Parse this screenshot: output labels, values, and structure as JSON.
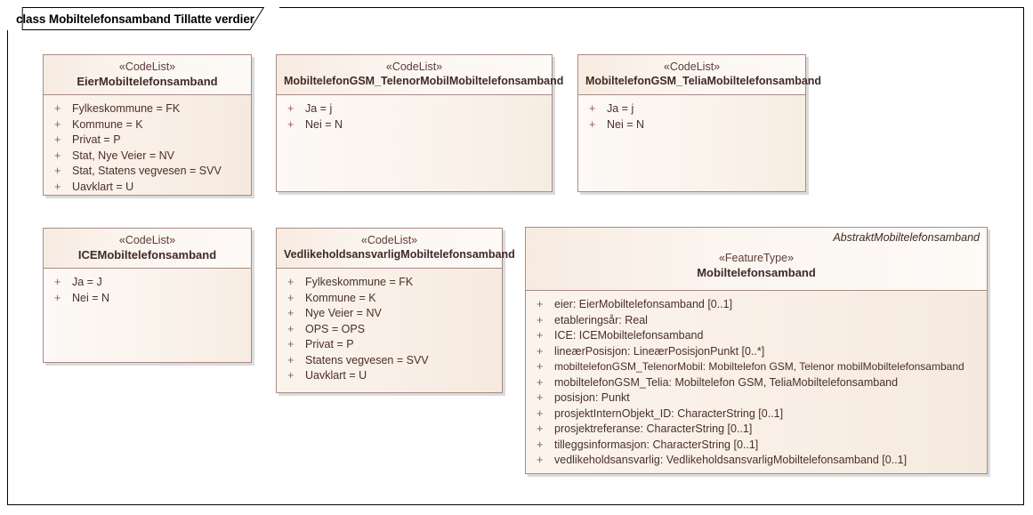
{
  "diagram": {
    "title": "class Mobiltelefonsamband Tillatte verdier",
    "colors": {
      "frame_border": "#000000",
      "class_border": "#a98b86",
      "header_fill": "#fdf9f7",
      "body_fill": "#f9efe6",
      "text": "#4a2f29",
      "visibility": "#8a5f52"
    }
  },
  "classes": [
    {
      "id": "eier-mobiltelefonsamband",
      "stereotype": "«CodeList»",
      "name": "EierMobiltelefonsamband",
      "qualifier": "",
      "attributes": [
        {
          "visibility": "+",
          "text": "Fylkeskommune = FK"
        },
        {
          "visibility": "+",
          "text": "Kommune = K"
        },
        {
          "visibility": "+",
          "text": "Privat = P"
        },
        {
          "visibility": "+",
          "text": "Stat, Nye Veier = NV"
        },
        {
          "visibility": "+",
          "text": "Stat, Statens vegvesen = SVV"
        },
        {
          "visibility": "+",
          "text": "Uavklart = U"
        }
      ]
    },
    {
      "id": "mobiltelefongsm-telenormobil-mobiltelefonsamband",
      "stereotype": "«CodeList»",
      "name": "MobiltelefonGSM_TelenorMobilMobiltelefonsamband",
      "qualifier": "",
      "attributes": [
        {
          "visibility": "+",
          "text": "Ja = j"
        },
        {
          "visibility": "+",
          "text": "Nei = N"
        }
      ]
    },
    {
      "id": "mobiltelefongsm-telia-mobiltelefonsamband",
      "stereotype": "«CodeList»",
      "name": "MobiltelefonGSM_TeliaMobiltelefonsamband",
      "qualifier": "",
      "attributes": [
        {
          "visibility": "+",
          "text": "Ja = j"
        },
        {
          "visibility": "+",
          "text": "Nei = N"
        }
      ]
    },
    {
      "id": "ice-mobiltelefonsamband",
      "stereotype": "«CodeList»",
      "name": "ICEMobiltelefonsamband",
      "qualifier": "",
      "attributes": [
        {
          "visibility": "+",
          "text": "Ja = J"
        },
        {
          "visibility": "+",
          "text": "Nei = N"
        }
      ]
    },
    {
      "id": "vedlikeholdsansvarlig-mobiltelefonsamband",
      "stereotype": "«CodeList»",
      "name": "VedlikeholdsansvarligMobiltelefonsamband",
      "qualifier": "",
      "attributes": [
        {
          "visibility": "+",
          "text": "Fylkeskommune = FK"
        },
        {
          "visibility": "+",
          "text": "Kommune = K"
        },
        {
          "visibility": "+",
          "text": "Nye Veier = NV"
        },
        {
          "visibility": "+",
          "text": "OPS = OPS"
        },
        {
          "visibility": "+",
          "text": "Privat = P"
        },
        {
          "visibility": "+",
          "text": "Statens vegvesen = SVV"
        },
        {
          "visibility": "+",
          "text": "Uavklart = U"
        }
      ]
    },
    {
      "id": "mobiltelefonsamband",
      "stereotype": "«FeatureType»",
      "name": "Mobiltelefonsamband",
      "qualifier": "AbstraktMobiltelefonsamband",
      "attributes": [
        {
          "visibility": "+",
          "text": "eier: EierMobiltelefonsamband [0..1]"
        },
        {
          "visibility": "+",
          "text": "etableringsår: Real"
        },
        {
          "visibility": "+",
          "text": "ICE: ICEMobiltelefonsamband"
        },
        {
          "visibility": "+",
          "text": "lineærPosisjon: LineærPosisjonPunkt [0..*]"
        },
        {
          "visibility": "+",
          "text": "mobiltelefonGSM_TelenorMobil: Mobiltelefon GSM, Telenor mobilMobiltelefonsamband"
        },
        {
          "visibility": "+",
          "text": "mobiltelefonGSM_Telia: Mobiltelefon GSM, TeliaMobiltelefonsamband"
        },
        {
          "visibility": "+",
          "text": "posisjon: Punkt"
        },
        {
          "visibility": "+",
          "text": "prosjektInternObjekt_ID: CharacterString [0..1]"
        },
        {
          "visibility": "+",
          "text": "prosjektreferanse: CharacterString [0..1]"
        },
        {
          "visibility": "+",
          "text": "tilleggsinformasjon: CharacterString [0..1]"
        },
        {
          "visibility": "+",
          "text": "vedlikeholdsansvarlig: VedlikeholdsansvarligMobiltelefonsamband [0..1]"
        }
      ]
    }
  ]
}
